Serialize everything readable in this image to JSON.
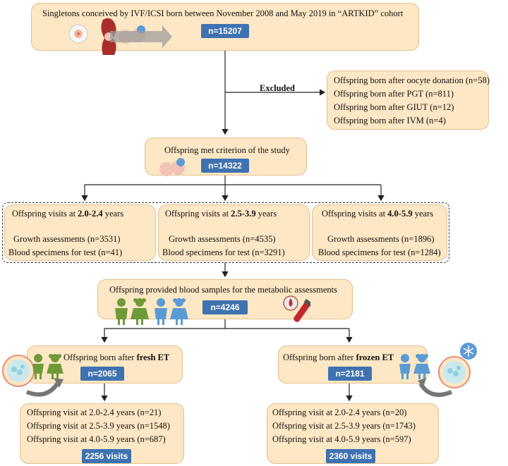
{
  "top": {
    "title": "Singletons conceived by IVF/ICSI born between November 2008 and May 2019 in “ARTKID” cohort",
    "n": "n=15207"
  },
  "excluded": {
    "label": "Excluded",
    "items": [
      "Offspring born after oocyte donation (n=58)",
      "Offspring born after PGT (n=811)",
      "Offspring born after GIUT (n=12)",
      "Offspring born after IVM (n=4)"
    ]
  },
  "criterion": {
    "title": "Offspring met criterion of the study",
    "n": "n=14322"
  },
  "visits": [
    {
      "prefix": "Offspring visits at ",
      "age": "2.0-2.4",
      "suffix": " years",
      "growth": "Growth assessments (n=3531)",
      "blood": "Blood specimens for test (n=41)"
    },
    {
      "prefix": "Offspring visits at ",
      "age": "2.5-3.9",
      "suffix": " years",
      "growth": "Growth assessments (n=4535)",
      "blood": "Blood specimens for test (n=3291)"
    },
    {
      "prefix": "Offspring visits at ",
      "age": "4.0-5.9",
      "suffix": " years",
      "growth": "Growth assessments (n=1896)",
      "blood": "Blood specimens for test (n=1284)"
    }
  ],
  "metabolic": {
    "title": "Offspring provided blood samples for the metabolic assessments",
    "n": "n=4246"
  },
  "fresh": {
    "prefix": "Offspring born after ",
    "bold": "fresh ET",
    "n": "n=2065",
    "visits": [
      "Offspring visit at 2.0-2.4 years (n=21)",
      "Offspring visit at 2.5-3.9 years (n=1548)",
      "Offspring visit at 4.0-5.9 years (n=687)"
    ],
    "total": "2256 visits"
  },
  "frozen": {
    "prefix": "Offspring born after ",
    "bold": "frozen ET",
    "n": "n=2181",
    "visits": [
      "Offspring visit at 2.0-2.4 years (n=20)",
      "Offspring visit at 2.5-3.9 years (n=1743)",
      "Offspring visit at 4.0-5.9 years (n=597)"
    ],
    "total": "2360 visits"
  },
  "colors": {
    "box_fill": "#fde7c4",
    "box_border": "#e3c08f",
    "badge": "#3f72b0",
    "child_green": "#6f9a3a",
    "child_blue": "#5b9bd5",
    "blood_red": "#c0282d"
  },
  "icons": [
    "petri-dish-icon",
    "pregnant-woman-icon",
    "baby-icon",
    "arrow-icon",
    "children-green-icon",
    "children-blue-icon",
    "blood-tube-icon",
    "embryo-dish-icon",
    "snowflake-icon",
    "curved-arrow-icon"
  ]
}
